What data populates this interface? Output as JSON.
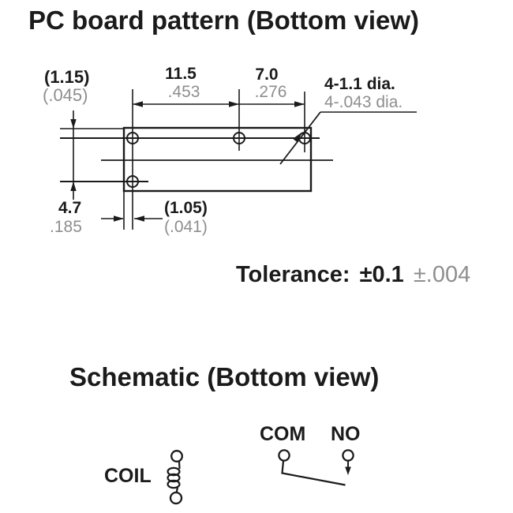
{
  "colors": {
    "ink": "#1b1b1b",
    "secondary": "#8e8e8e",
    "background": "#ffffff"
  },
  "pcb": {
    "title": "PC board pattern (Bottom view)",
    "dims": {
      "edge_offset": {
        "mm": "(1.15)",
        "inch": "(.045)"
      },
      "pitch_a": {
        "mm": "11.5",
        "inch": ".453"
      },
      "pitch_b": {
        "mm": "7.0",
        "inch": ".276"
      },
      "hole_dia": {
        "mm": "4-1.1 dia.",
        "inch": "4-.043 dia."
      },
      "row_pitch": {
        "mm": "4.7",
        "inch": ".185"
      },
      "side_offset": {
        "mm": "(1.05)",
        "inch": "(.041)"
      }
    },
    "tolerance": {
      "label": "Tolerance:",
      "mm": "±0.1",
      "inch": "±.004"
    }
  },
  "schematic": {
    "title": "Schematic (Bottom view)",
    "coil_label": "COIL",
    "com_label": "COM",
    "no_label": "NO"
  }
}
